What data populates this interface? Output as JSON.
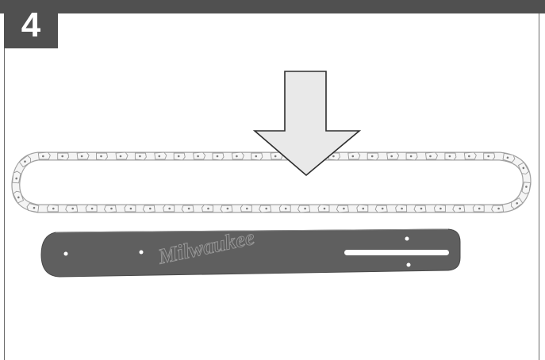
{
  "step": {
    "number": "4"
  },
  "illustration": {
    "arrow_direction": "down",
    "bar_logo_text": "Milwaukee",
    "colors": {
      "frame": "#505050",
      "bar": "#5f5f5f",
      "arrow_fill": "#e9e9e9",
      "chain_fill": "#f4f4f4",
      "chain_stroke": "#9a9a9a"
    },
    "icons": [
      "down-arrow-icon",
      "saw-chain",
      "guide-bar"
    ]
  }
}
